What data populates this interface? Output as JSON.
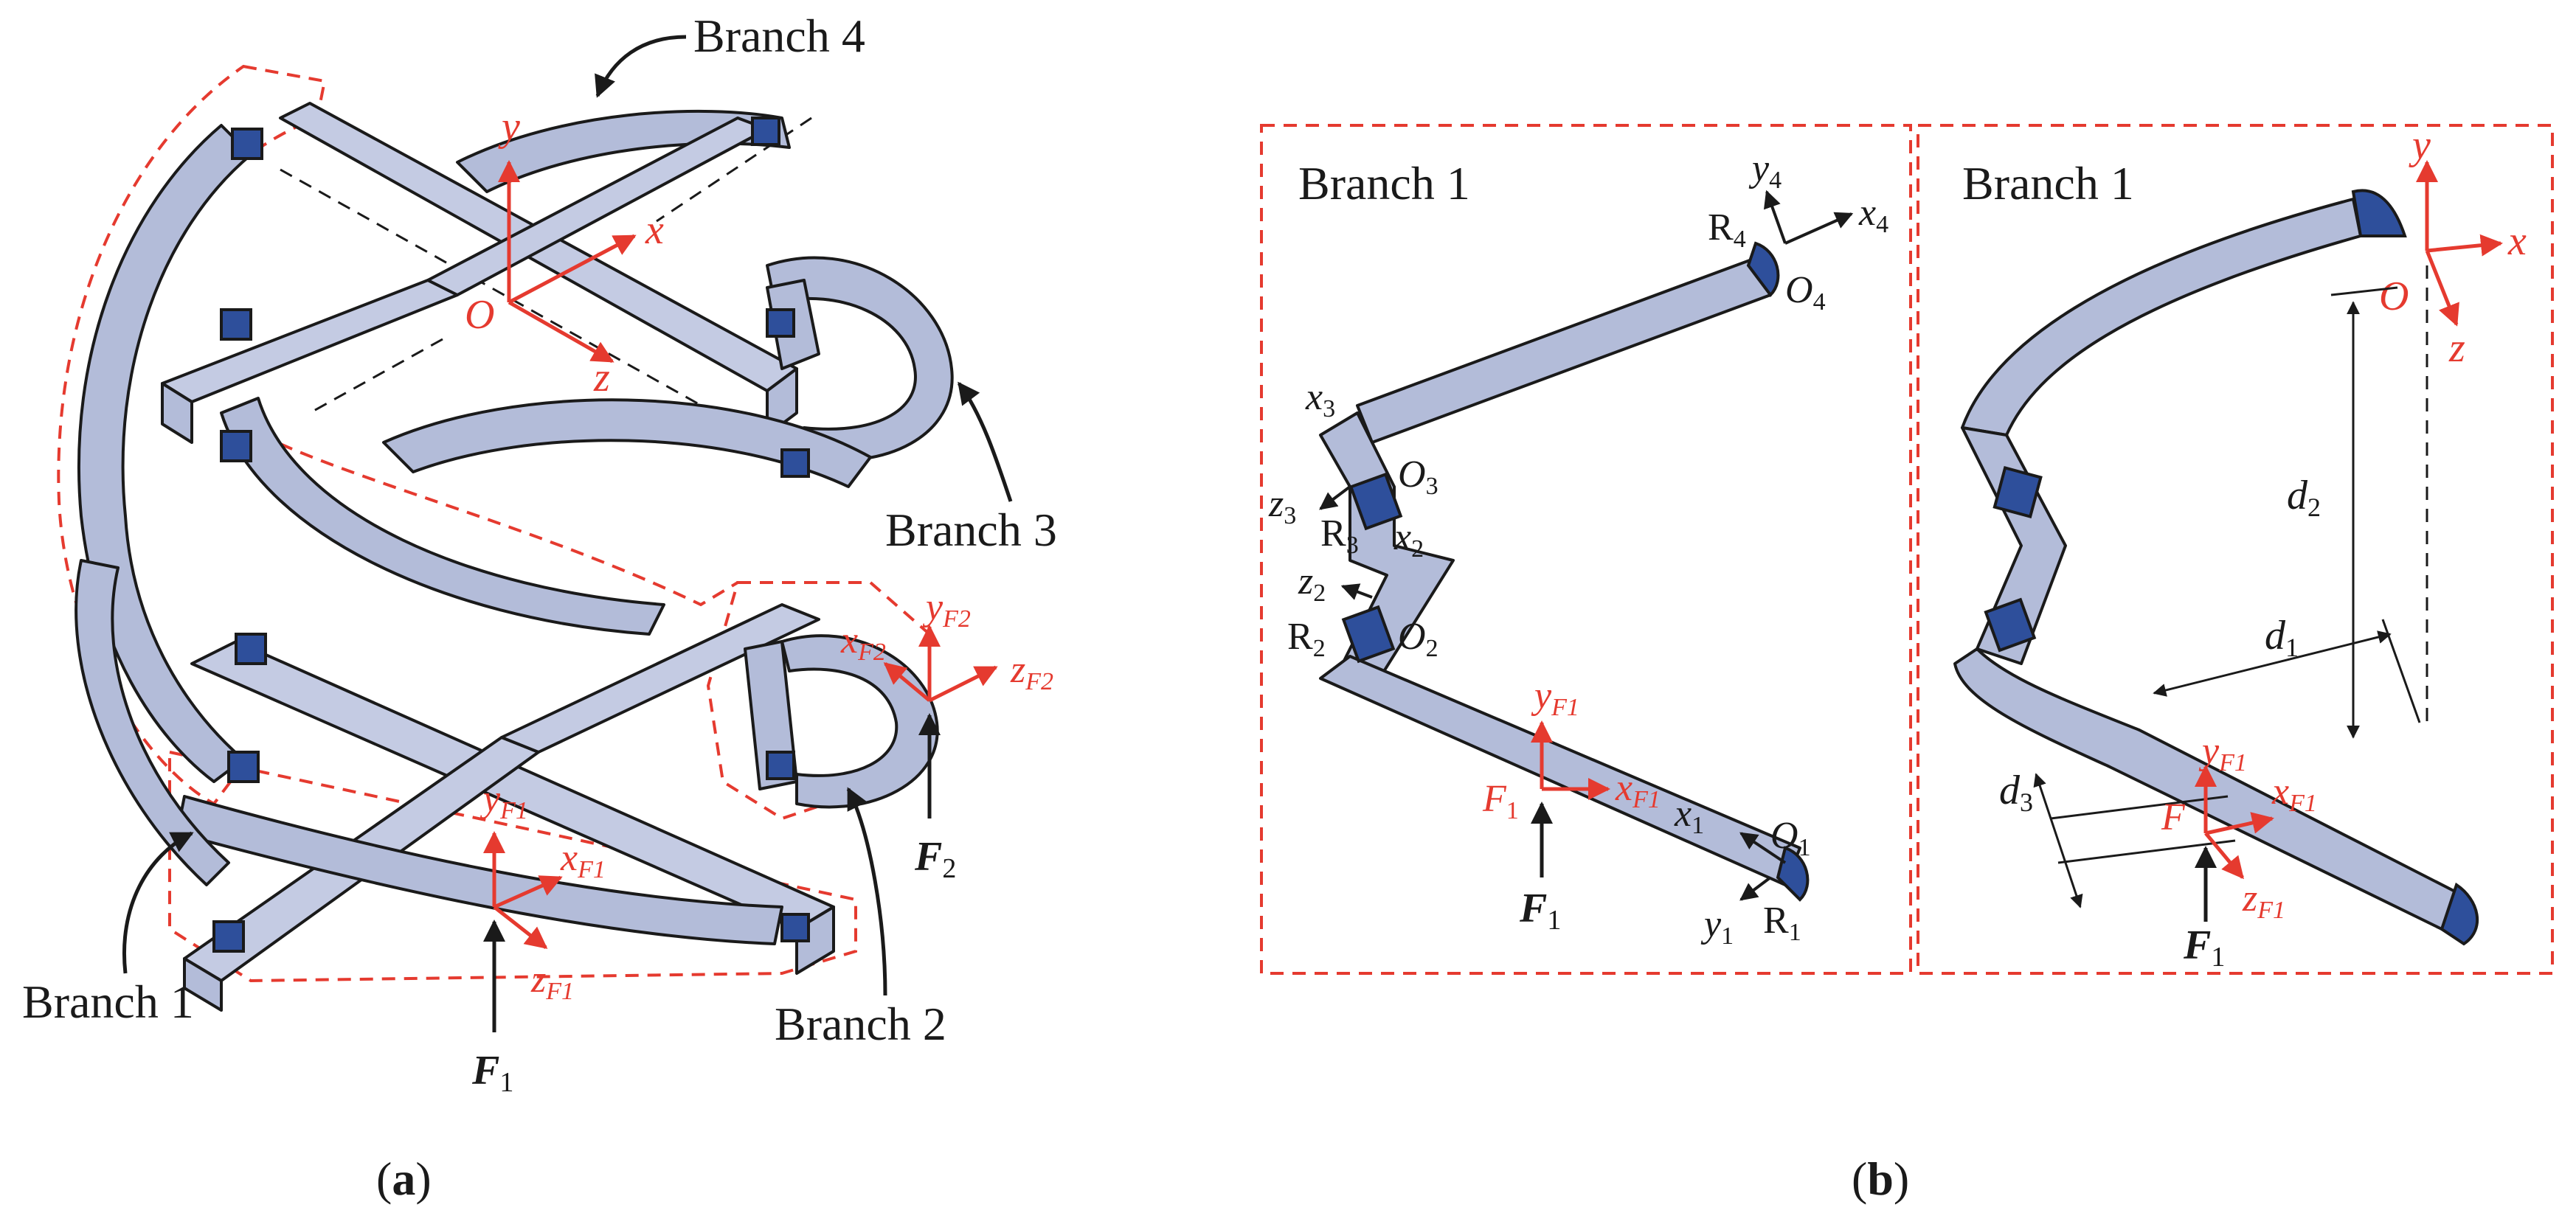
{
  "panel_a": {
    "branch_4": "Branch 4",
    "branch_3": "Branch 3",
    "branch_2": "Branch 2",
    "branch_1": "Branch 1",
    "axis_x": "x",
    "axis_y": "y",
    "axis_z": "z",
    "origin": "O",
    "x_f1_main": "x",
    "x_f1_sub": "F1",
    "y_f1_main": "y",
    "y_f1_sub": "F1",
    "z_f1_main": "z",
    "z_f1_sub": "F1",
    "x_f2_main": "x",
    "x_f2_sub": "F2",
    "y_f2_main": "y",
    "y_f2_sub": "F2",
    "z_f2_main": "z",
    "z_f2_sub": "F2",
    "f1_main": "F",
    "f1_sub": "1",
    "f2_main": "F",
    "f2_sub": "2",
    "caption": "(a)"
  },
  "panel_b_left": {
    "title": "Branch 1",
    "x4": "x",
    "x4_sub": "4",
    "y4": "y",
    "y4_sub": "4",
    "r4": "R",
    "r4_sub": "4",
    "o4": "O",
    "o4_sub": "4",
    "x3": "x",
    "x3_sub": "3",
    "z3": "z",
    "z3_sub": "3",
    "r3": "R",
    "r3_sub": "3",
    "o3": "O",
    "o3_sub": "3",
    "x2": "x",
    "x2_sub": "2",
    "z2": "z",
    "z2_sub": "2",
    "r2": "R",
    "r2_sub": "2",
    "o2": "O",
    "o2_sub": "2",
    "x1": "x",
    "x1_sub": "1",
    "y1": "y",
    "y1_sub": "1",
    "r1": "R",
    "r1_sub": "1",
    "o1": "O",
    "o1_sub": "1",
    "yf1": "y",
    "yf1_sub": "F1",
    "xf1": "x",
    "xf1_sub": "F1",
    "f1_red": "F",
    "f1_red_sub": "1",
    "f1": "F",
    "f1_sub": "1"
  },
  "panel_b_right": {
    "title": "Branch 1",
    "axis_y": "y",
    "axis_x": "x",
    "axis_z": "z",
    "origin": "O",
    "d1": "d",
    "d1_sub": "1",
    "d2": "d",
    "d2_sub": "2",
    "d3": "d",
    "d3_sub": "3",
    "yf1": "y",
    "yf1_sub": "F1",
    "xf1": "x",
    "xf1_sub": "F1",
    "zf1": "z",
    "zf1_sub": "F1",
    "f_red": "F",
    "f1": "F",
    "f1_sub": "1",
    "caption": "(b)"
  },
  "colors": {
    "beam": "#b3bcd9",
    "hinge": "#2e4f9b",
    "annotation": "#e53a2f",
    "outline": "#1a1a1a"
  }
}
